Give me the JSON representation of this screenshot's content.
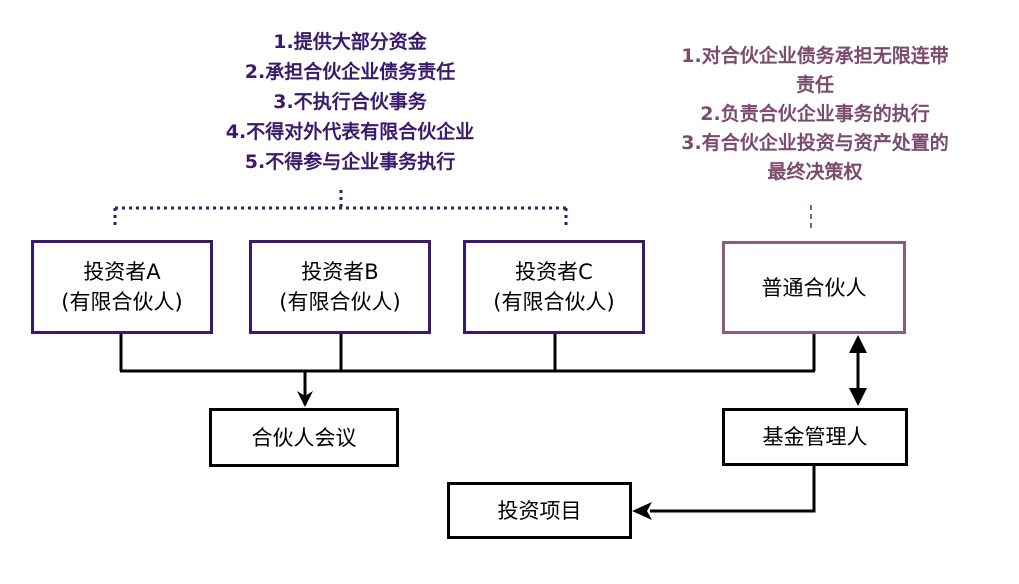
{
  "limited_partner_duties": {
    "color": "#3a1a6b",
    "lines": [
      "1.提供大部分资金",
      "2.承担合伙企业债务责任",
      "3.不执行合伙事务",
      "4.不得对外代表有限合伙企业",
      "5.不得参与企业事务执行"
    ]
  },
  "general_partner_duties": {
    "color": "#7b4b6e",
    "lines": [
      "1.对合伙企业债务承担无限连带",
      "责任",
      "2.负责合伙企业事务的执行",
      "3.有合伙企业投资与资产处置的",
      "最终决策权"
    ]
  },
  "nodes": {
    "investor_a": {
      "name": "投资者A",
      "role": "(有限合伙人)"
    },
    "investor_b": {
      "name": "投资者B",
      "role": "(有限合伙人)"
    },
    "investor_c": {
      "name": "投资者C",
      "role": "(有限合伙人)"
    },
    "general_partner": {
      "label": "普通合伙人"
    },
    "partners_meeting": {
      "label": "合伙人会议"
    },
    "fund_manager": {
      "label": "基金管理人"
    },
    "investment_project": {
      "label": "投资项目"
    }
  }
}
